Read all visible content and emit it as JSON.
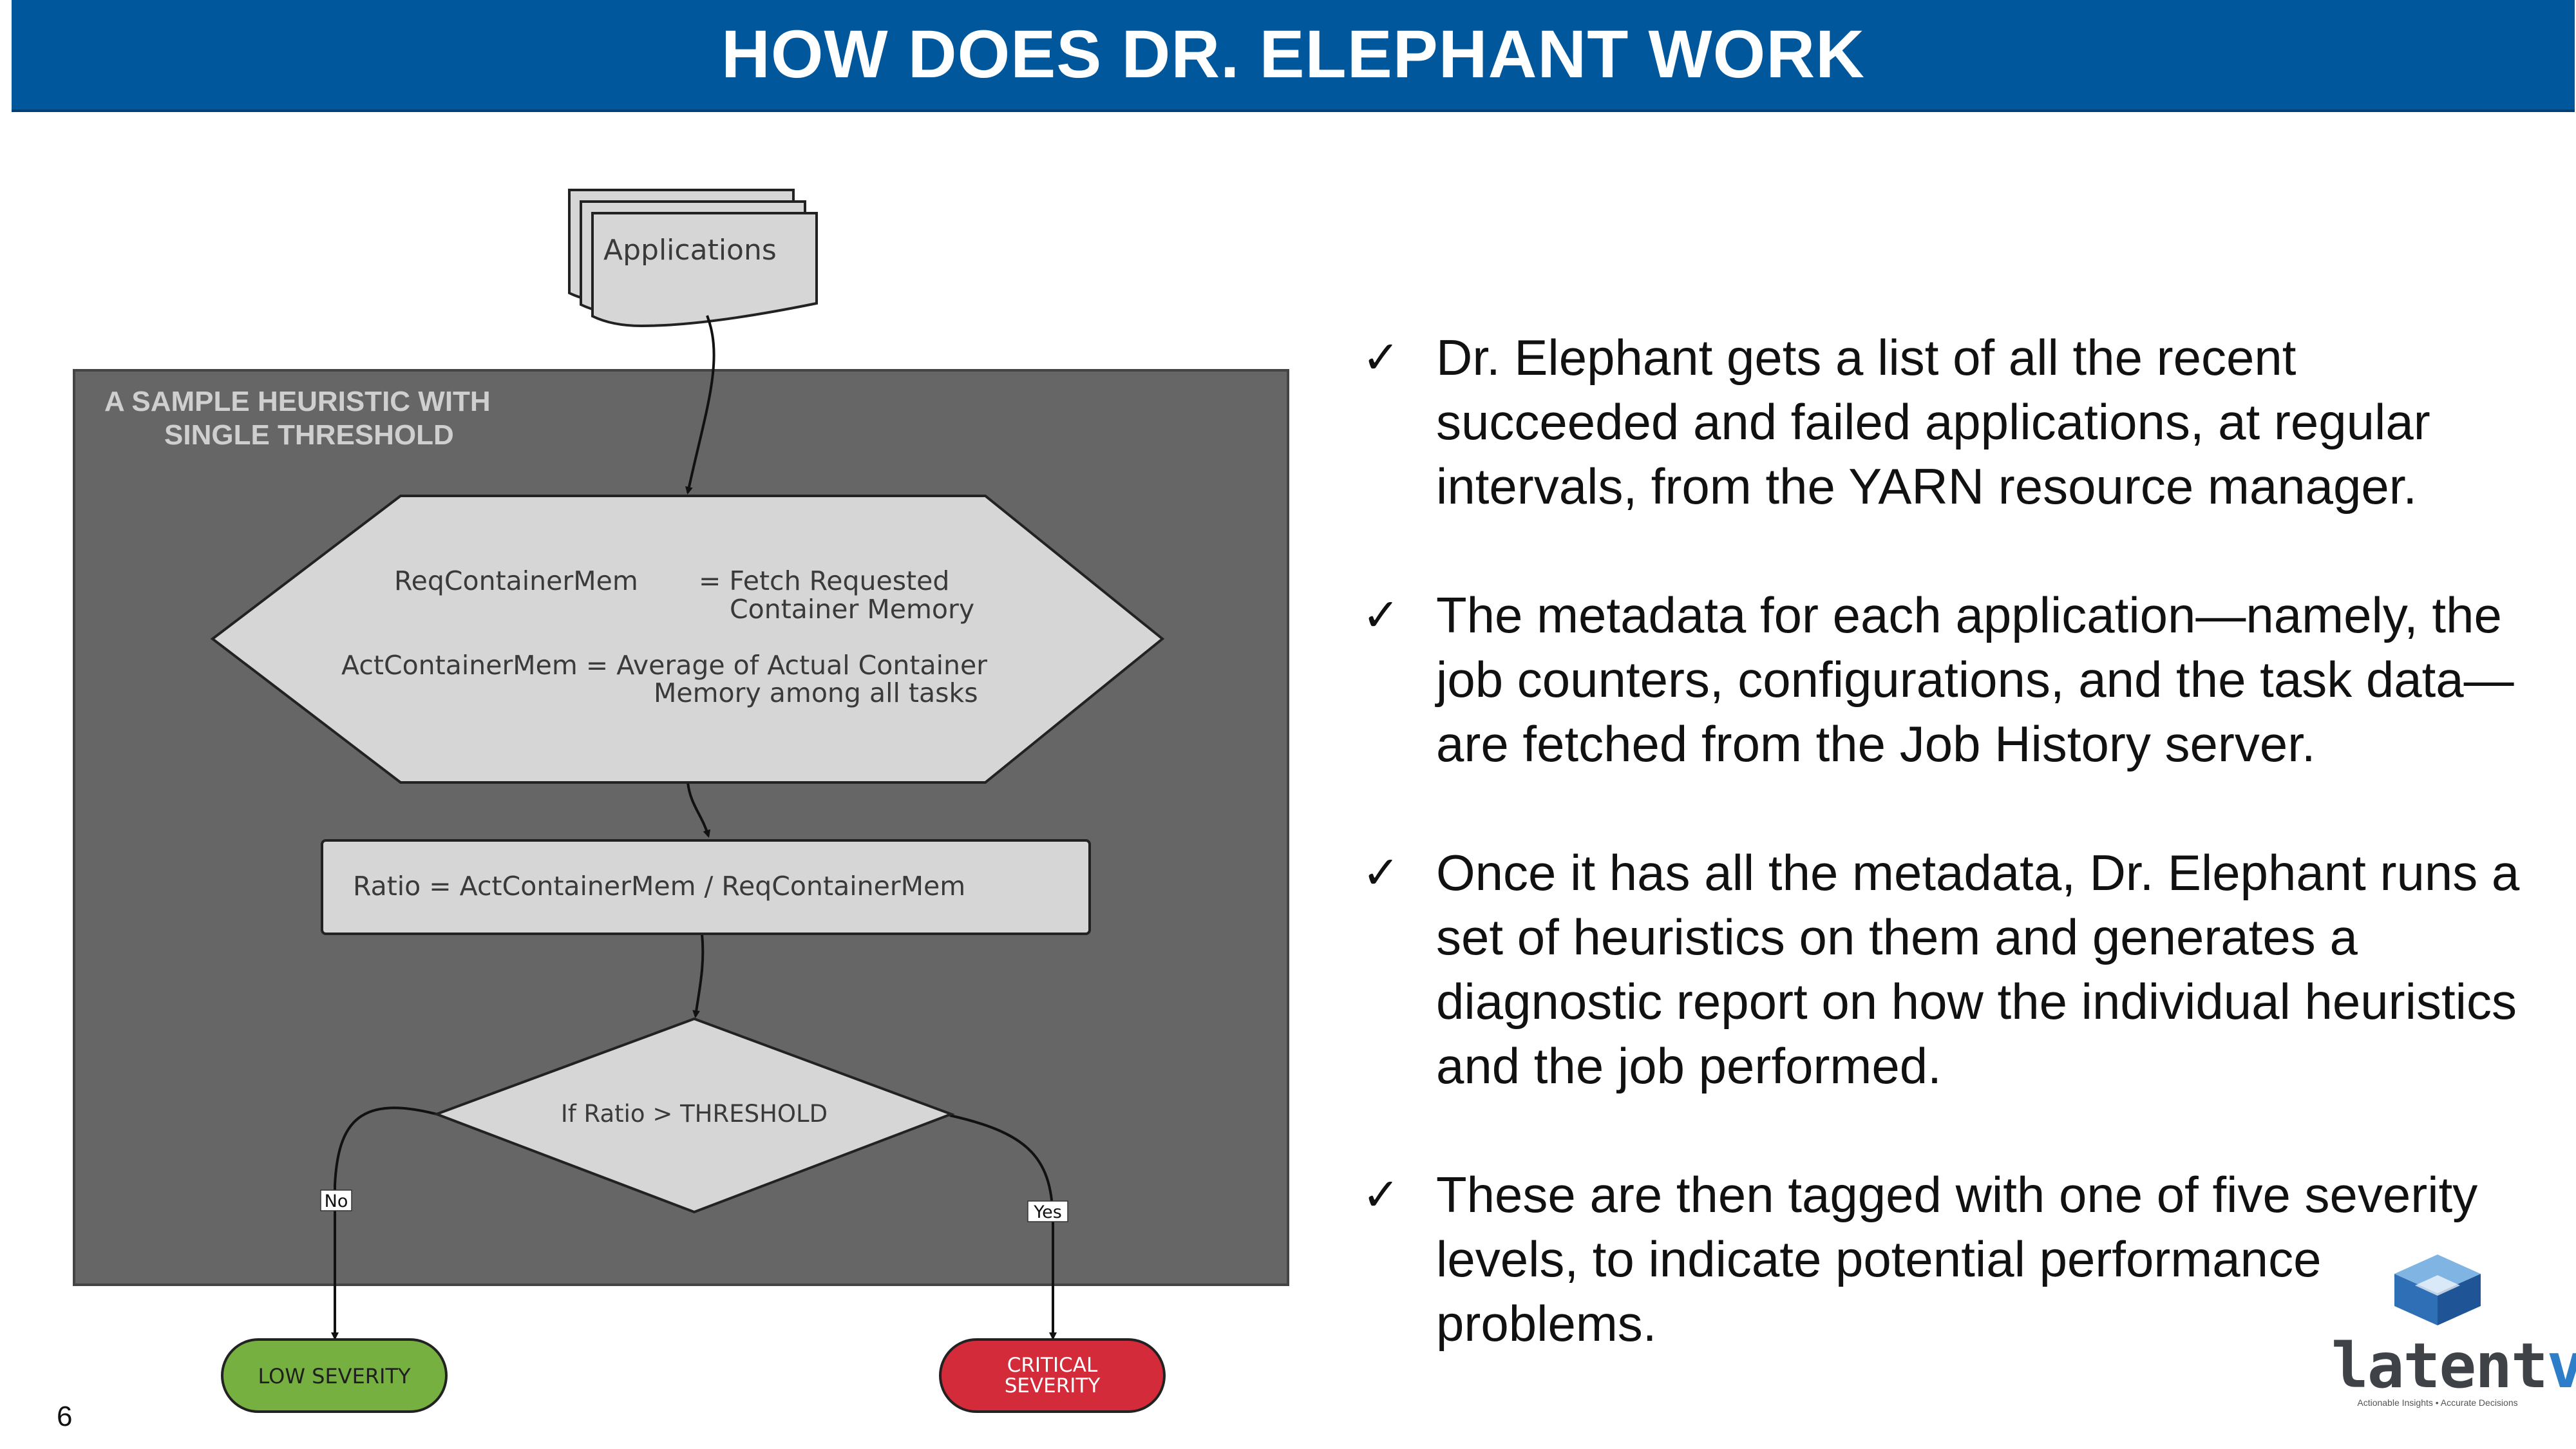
{
  "header": {
    "title": "HOW DOES DR. ELEPHANT WORK"
  },
  "diagram": {
    "heading_line1": "A SAMPLE HEURISTIC WITH",
    "heading_line2": "SINGLE THRESHOLD",
    "applications_label": "Applications",
    "hexagon_line1_left": "ReqContainerMem",
    "hexagon_line1_right": "= Fetch Requested",
    "hexagon_line2": "Container Memory",
    "hexagon_line3": "ActContainerMem = Average of Actual Container",
    "hexagon_line4": "Memory among all tasks",
    "ratio_label": "Ratio = ActContainerMem / ReqContainerMem",
    "decision_label": "If Ratio > THRESHOLD",
    "no_label": "No",
    "yes_label": "Yes",
    "low_severity_label": "LOW SEVERITY",
    "critical_line1": "CRITICAL",
    "critical_line2": "SEVERITY",
    "colors": {
      "panel": "#666666",
      "node_fill": "#d6d6d6",
      "low_severity": "#76b041",
      "critical_severity": "#d42b3a",
      "header": "#00579b"
    }
  },
  "bullets": [
    "Dr. Elephant gets a list of all the recent succeeded and failed applications, at regular intervals, from the YARN resource manager.",
    "The metadata for each application—namely, the job counters, configurations, and the task data—are fetched from the Job History server.",
    "Once it has all the metadata, Dr. Elephant runs a set of heuristics on them and generates a diagnostic report on how the individual heuristics and the job performed.",
    "These are then tagged with one of five severity levels, to indicate potential performance problems."
  ],
  "check_icon": "check-mark-icon",
  "page_number": "6",
  "logo": {
    "wordmark_main": "latent",
    "wordmark_accent": "view",
    "tagline": "Actionable Insights • Accurate Decisions"
  }
}
